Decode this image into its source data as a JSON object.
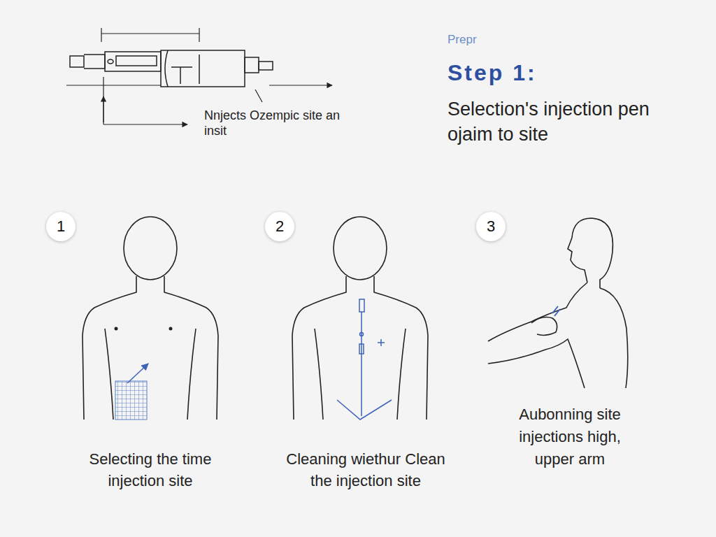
{
  "diagram": {
    "title": "Step 1:",
    "nodes": [
      {
        "text": [
          "1"
        ]
      },
      {
        "text": [
          "2"
        ]
      },
      {
        "text": [
          "3"
        ]
      }
    ],
    "labels": [
      "Prepr",
      "Selection's injection pen ojaim to site",
      "Nnjects Ozempic site an insit",
      "Selecting the time injection site",
      "Cleaning wiethur Clean the injection site",
      "Aubonning site injections high, upper arm"
    ]
  }
}
